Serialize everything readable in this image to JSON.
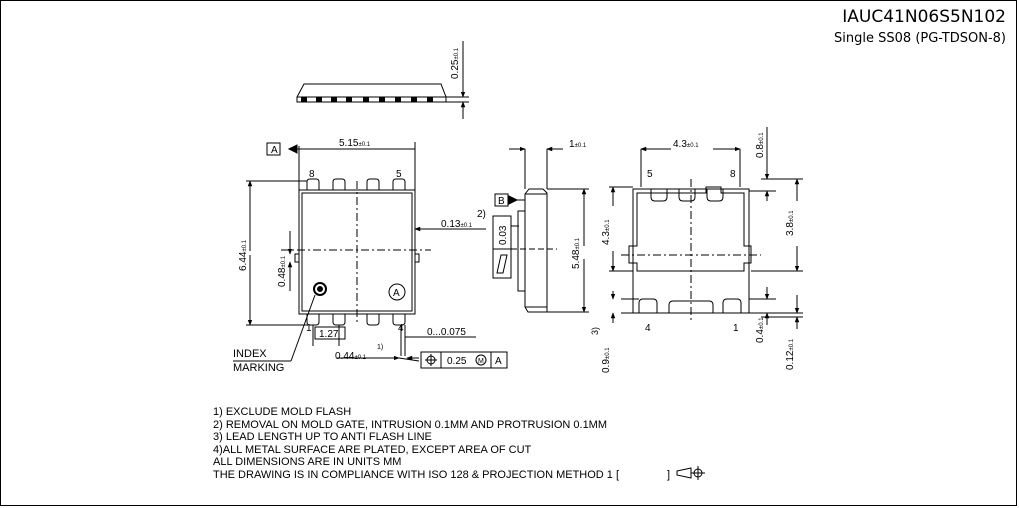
{
  "header": {
    "part_number": "IAUC41N06S5N102",
    "package": "Single SS08 (PG-TDSON-8)"
  },
  "dimensions": {
    "side_height": {
      "value": "0.25",
      "tol": "±0.1"
    },
    "body_length": {
      "value": "5.15",
      "tol": "±0.1"
    },
    "body_width": {
      "value": "6.44",
      "tol": "±0.1"
    },
    "edge_offset": {
      "value": "0.48",
      "tol": "±0.1"
    },
    "protrusion": {
      "value": "0.13",
      "tol": "±0.1"
    },
    "pitch": "1.27",
    "lead_width": {
      "value": "0.44",
      "tol": "±0.1"
    },
    "lead_range": "0...0.075",
    "coplanarity": "0.03",
    "end_thickness": {
      "value": "1",
      "tol": "±0.1"
    },
    "end_height": {
      "value": "5.48",
      "tol": "±0.1"
    },
    "pad_width": {
      "value": "4.3",
      "tol": "±0.1"
    },
    "pad_height": {
      "value": "4.3",
      "tol": "±0.1"
    },
    "top_gap": {
      "value": "0.8",
      "tol": "±0.1"
    },
    "pad_depth": {
      "value": "3.8",
      "tol": "±0.1"
    },
    "lead_length": {
      "value": "0.9",
      "tol": "±0.1"
    },
    "bottom_gap": {
      "value": "0.4",
      "tol": "±0.1"
    },
    "bottom_edge": {
      "value": "0.12",
      "tol": "±0.1"
    }
  },
  "labels": {
    "datum_a": "A",
    "datum_b": "B",
    "datum_a_circle": "A",
    "pin_8": "8",
    "pin_5": "5",
    "pin_1": "1",
    "pin_4": "4",
    "note_ref_1": "1)",
    "note_ref_2": "2)",
    "note_ref_3": "3)",
    "index_line1": "INDEX",
    "index_line2": "MARKING",
    "fcf_tolerance": "0.25",
    "fcf_modifier": "M",
    "fcf_datum": "A"
  },
  "notes": [
    "1) EXCLUDE MOLD FLASH",
    "2) REMOVAL ON MOLD GATE, INTRUSION 0.1MM AND PROTRUSION 0.1MM",
    "3) LEAD LENGTH UP TO ANTI FLASH LINE",
    "4)ALL METAL SURFACE ARE PLATED, EXCEPT AREA OF CUT",
    "ALL DIMENSIONS ARE IN UNITS MM",
    "THE DRAWING IS IN COMPLIANCE WITH ISO 128 & PROJECTION METHOD 1 ["
  ],
  "notes_tail": "]"
}
